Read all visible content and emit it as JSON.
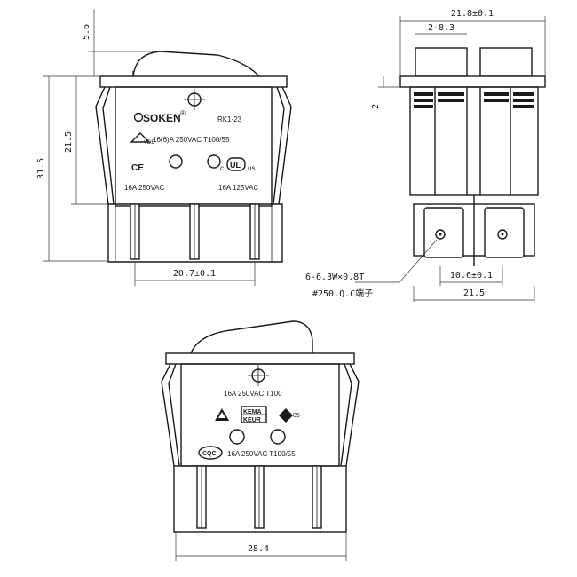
{
  "front_view": {
    "brand": "SOKEN",
    "brand_symbol": "®",
    "model": "RK1-23",
    "rating_main": "16(6)A 250VAC T100/55",
    "rating_left": "16A 250VAC",
    "rating_right": "16A 125VAC",
    "vde_mark": "VDE",
    "ce_mark": "CE",
    "ul_mark": "UL",
    "ul_suffix": "us",
    "ul_prefix": "c",
    "dim_top": "5.6",
    "dim_body": "21.5",
    "dim_total": "31.5",
    "dim_width": "20.7±0.1"
  },
  "side_view": {
    "dim_width": "21.8±0.1",
    "dim_gap": "2-8.3",
    "dim_flange": "2",
    "dim_terminal_pitch": "10.6±0.1",
    "dim_base": "21.5",
    "terminal_note_1": "6-6.3W×0.8T",
    "terminal_note_2": "#250.Q.C端子"
  },
  "bottom_view": {
    "rating_top": "16A 250VAC T100",
    "kema_line1": "KEMA",
    "kema_line2": "KEUR",
    "enec_mark": "05",
    "cqc_mark": "CQC",
    "rating_bottom": "16A 250VAC T100/55",
    "dim_width": "28.4"
  },
  "icons": {
    "triangle": "triangle-icon",
    "pin_hole": "pin-hole-icon"
  }
}
